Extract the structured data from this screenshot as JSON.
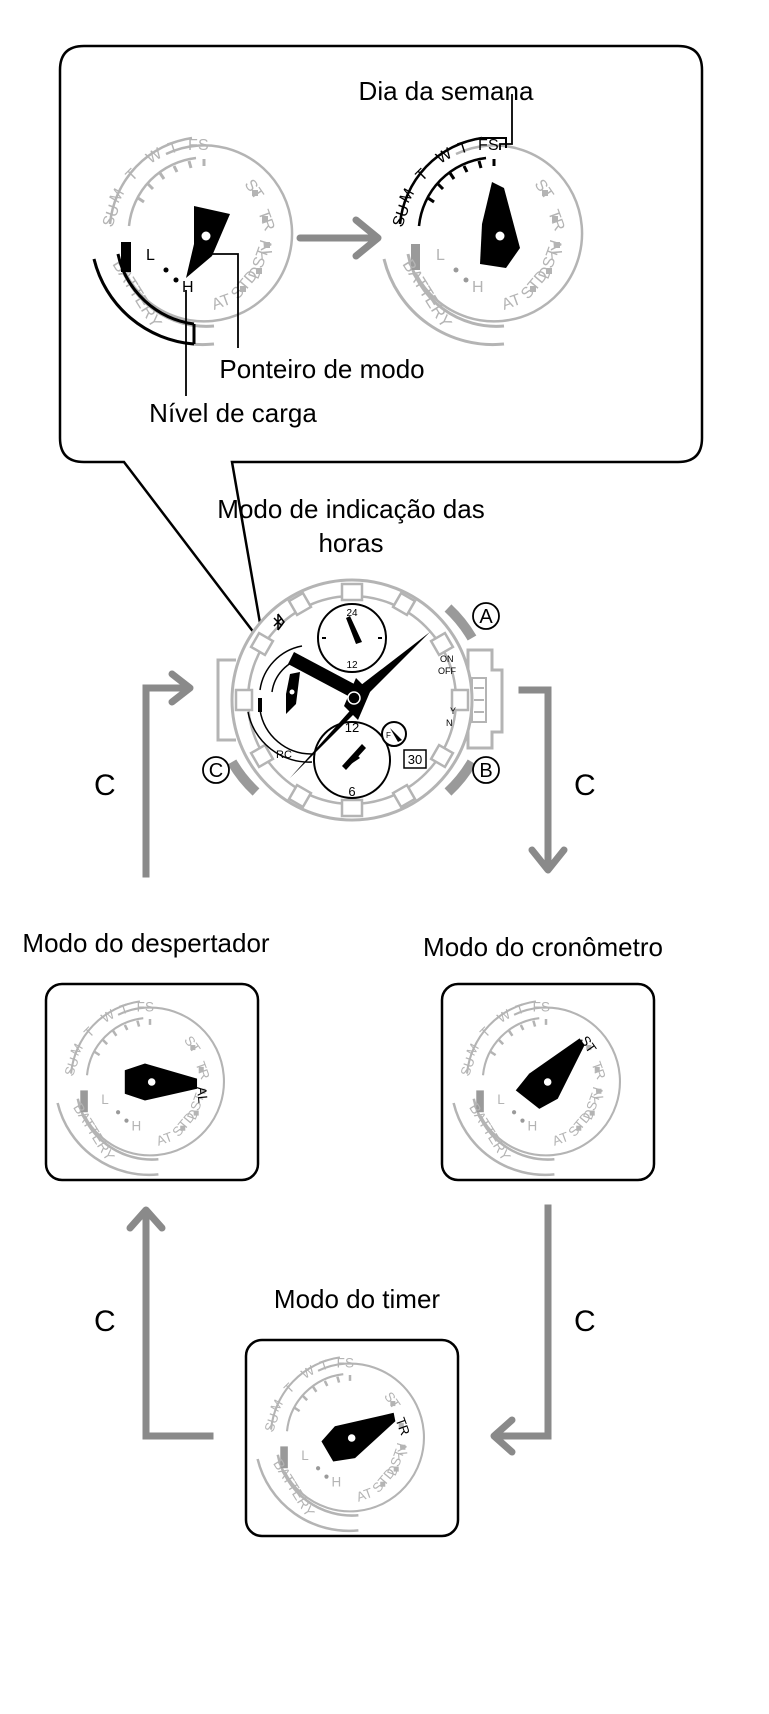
{
  "callout": {
    "day_of_week_label": "Dia da semana",
    "mode_hand_label": "Ponteiro de modo",
    "charge_level_label": "Nível de carga"
  },
  "modes": {
    "timekeeping": [
      "Modo de indicação das",
      "horas"
    ],
    "alarm": "Modo do despertador",
    "stopwatch": "Modo do cronômetro",
    "timer": "Modo do timer"
  },
  "button_press_label": "C",
  "dial": {
    "days": [
      "SU",
      "M",
      "T",
      "W",
      "T",
      "F",
      "S"
    ],
    "modes": [
      "ST",
      "TR",
      "AL",
      "DST",
      "STD",
      "AT"
    ],
    "battery": "BATTERY",
    "low": "L",
    "high": "H"
  },
  "watch": {
    "button_a": "A",
    "button_b": "B",
    "button_c": "C",
    "top_subdial": [
      "24",
      "12"
    ],
    "bottom_subdial": [
      "12",
      "6"
    ],
    "on_off": [
      "ON",
      "OFF"
    ],
    "y_n": [
      "Y",
      "N"
    ],
    "rc": "RC",
    "date": "30",
    "f_mark": "F"
  },
  "colors": {
    "arrow_gray": "#8a8a8a",
    "dial_gray": "#b4b4b4"
  }
}
